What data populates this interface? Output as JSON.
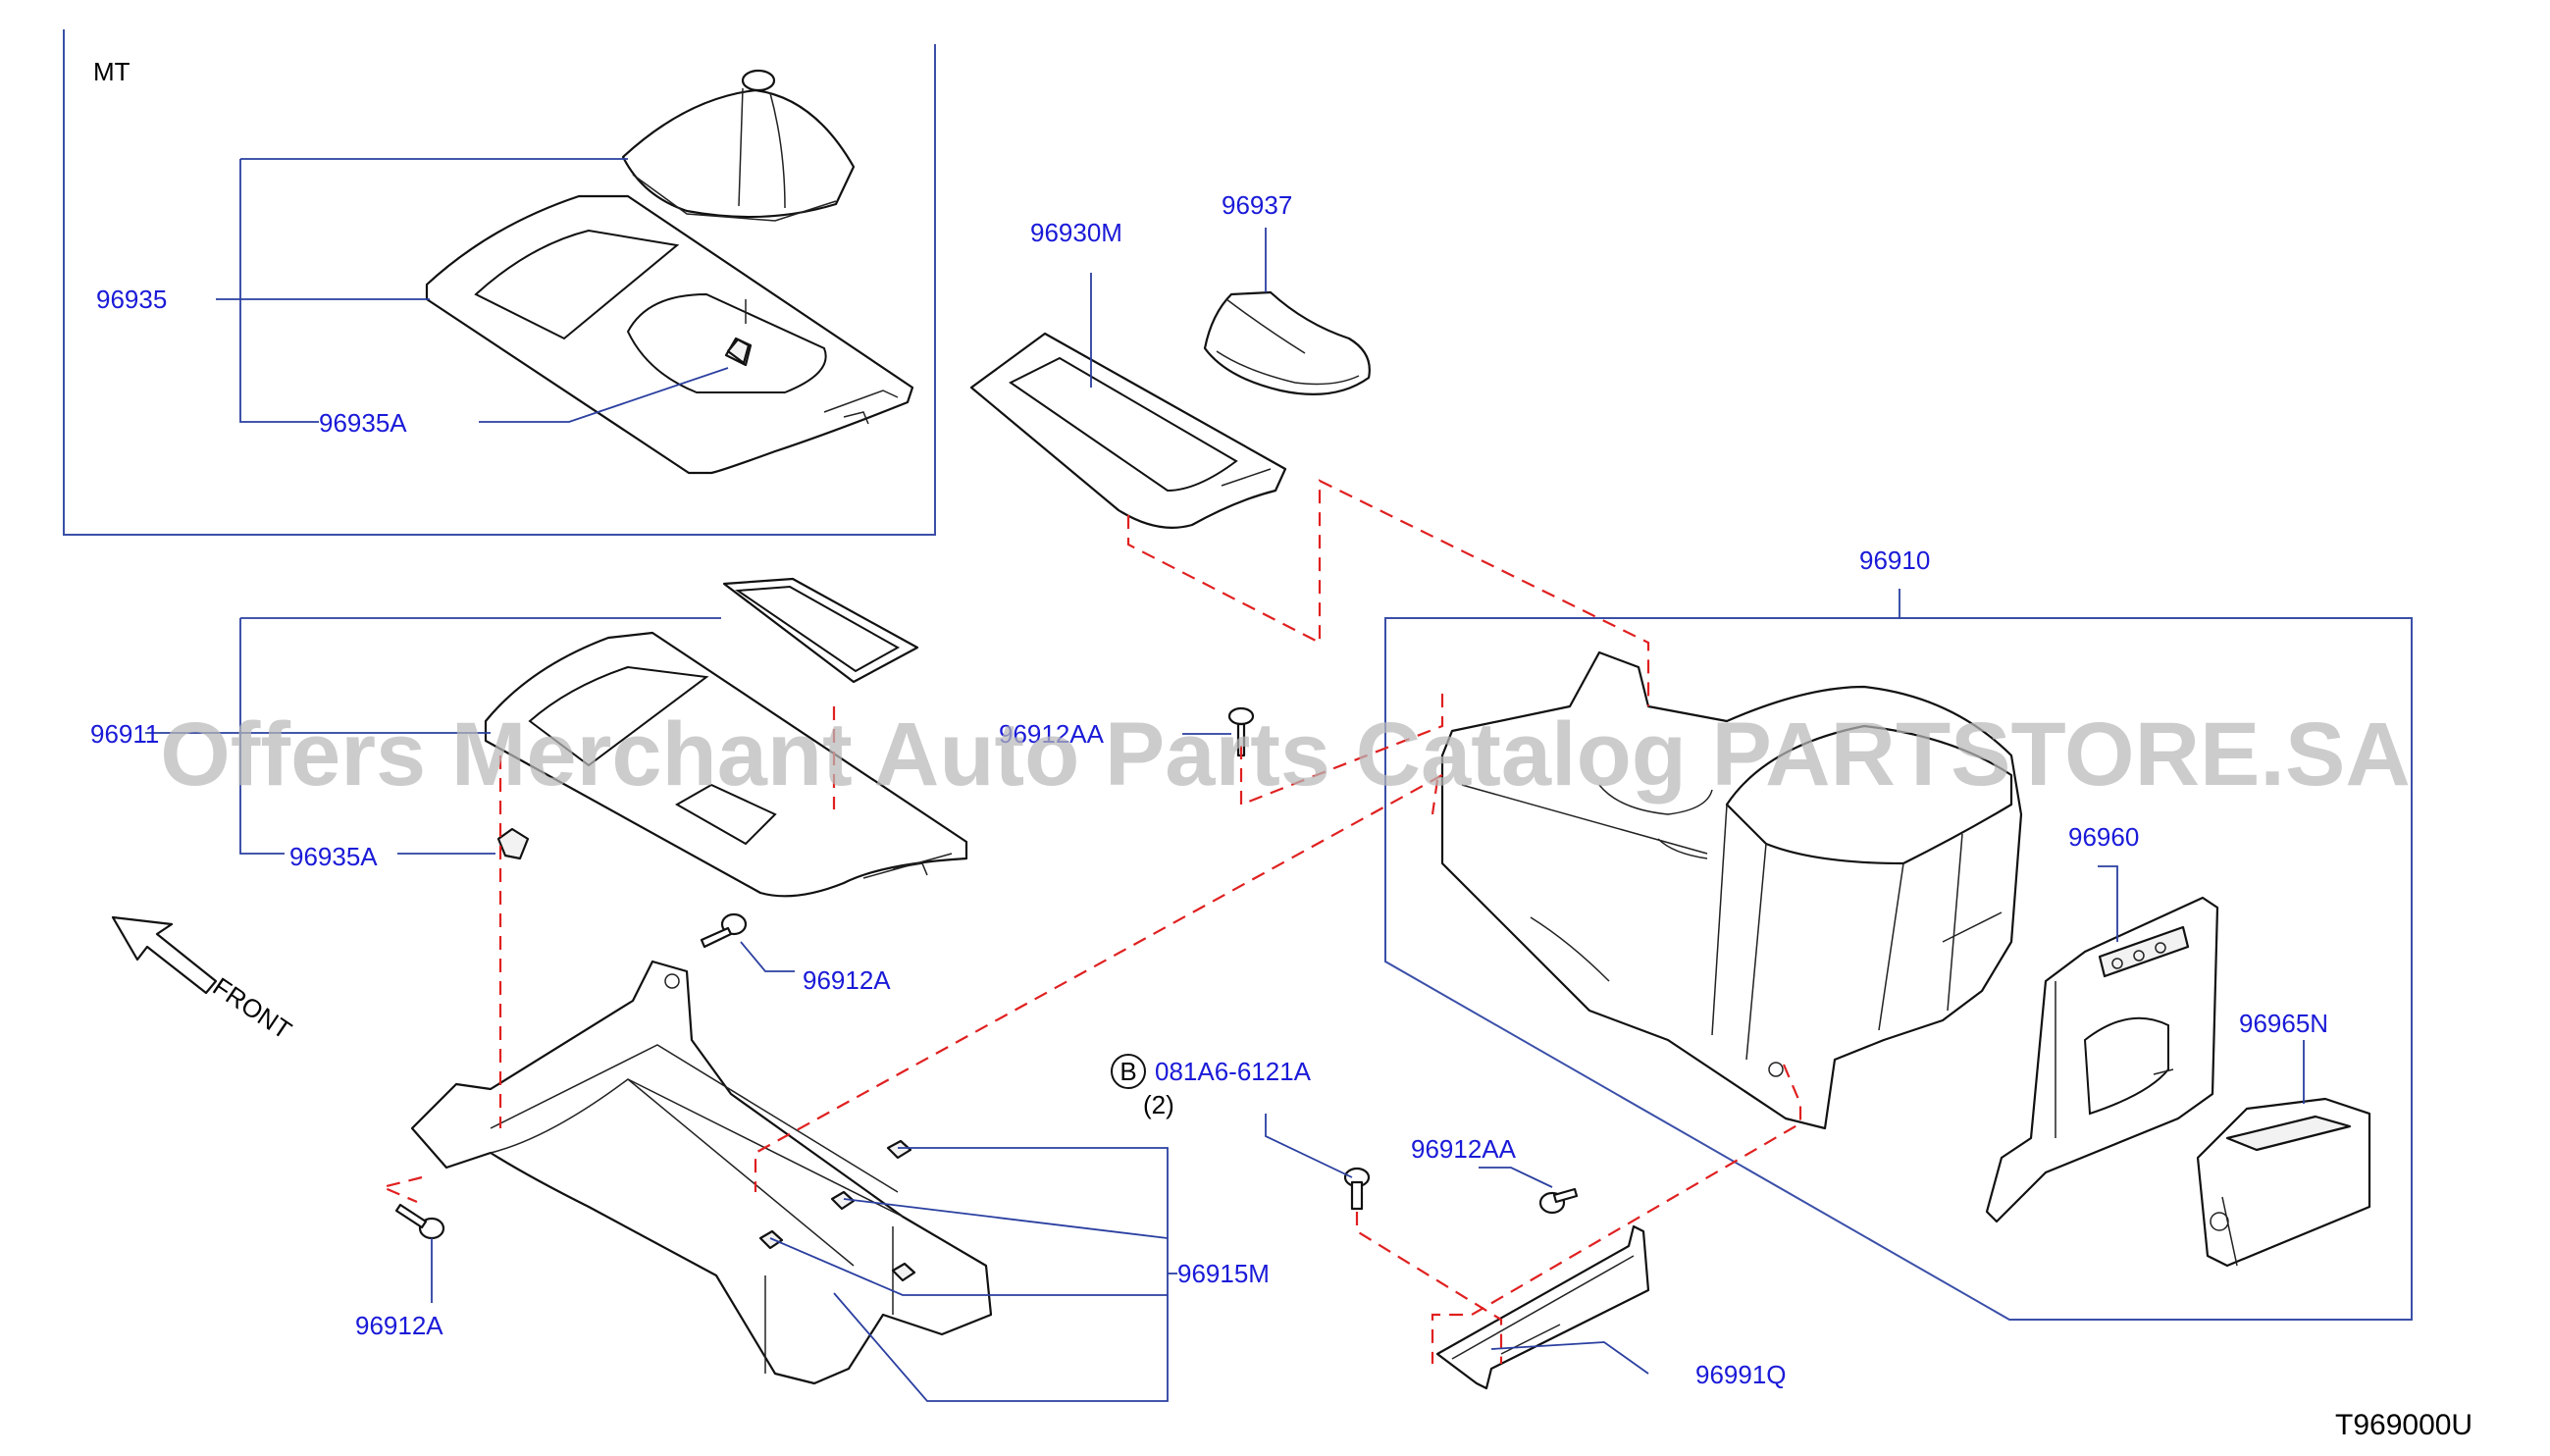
{
  "section_label": "MT",
  "direction_label": "FRONT",
  "reference_code": "T969000U",
  "watermark": "Offers Merchant Auto Parts Catalog PARTSTORE.SA",
  "bolt_ref": {
    "circle_letter": "B",
    "part_number": "081A6-6121A",
    "quantity": "(2)"
  },
  "callouts": {
    "p96935": "96935",
    "p96935A_mt": "96935A",
    "p96930M": "96930M",
    "p96937": "96937",
    "p96910": "96910",
    "p96911": "96911",
    "p96912AA_top": "96912AA",
    "p96935A_at": "96935A",
    "p96912A_upper": "96912A",
    "p96960": "96960",
    "p96965N": "96965N",
    "p96912AA_lower": "96912AA",
    "p96915M": "96915M",
    "p96912A_lower": "96912A",
    "p96991Q": "96991Q"
  },
  "colors": {
    "callout_text": "#1a1ad8",
    "leader_line": "#2a3fa0",
    "dashed_guide": "#e02020",
    "outline": "#111111"
  }
}
